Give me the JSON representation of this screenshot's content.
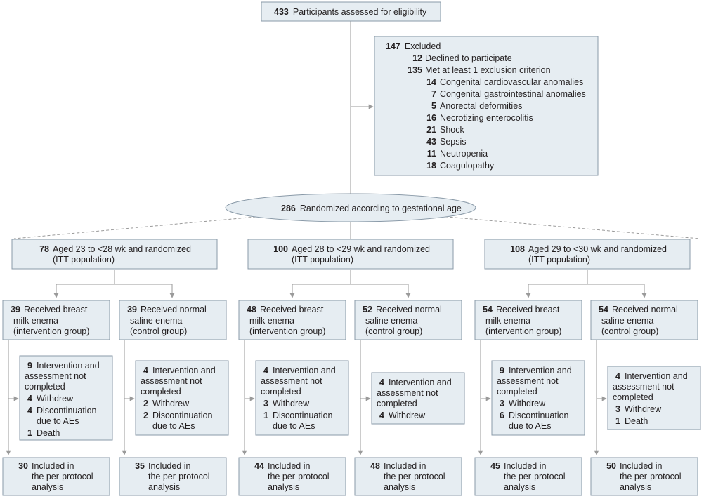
{
  "assessed": {
    "num": "433",
    "text": "Participants assessed for eligibility"
  },
  "excluded": {
    "head": {
      "num": "147",
      "text": "Excluded"
    },
    "declined": {
      "num": "12",
      "text": "Declined to participate"
    },
    "met": {
      "num": "135",
      "text": "Met at least 1 exclusion criterion"
    },
    "criteria": [
      {
        "num": "14",
        "text": "Congenital cardiovascular anomalies"
      },
      {
        "num": "7",
        "text": "Congenital gastrointestinal anomalies"
      },
      {
        "num": "5",
        "text": "Anorectal deformities"
      },
      {
        "num": "16",
        "text": "Necrotizing enterocolitis"
      },
      {
        "num": "21",
        "text": "Shock"
      },
      {
        "num": "43",
        "text": "Sepsis"
      },
      {
        "num": "11",
        "text": "Neutropenia"
      },
      {
        "num": "18",
        "text": "Coagulopathy"
      }
    ]
  },
  "randomized": {
    "num": "286",
    "text": "Randomized according to gestational age"
  },
  "strata": [
    {
      "num": "78",
      "line1": "Aged 23 to <28 wk and randomized",
      "line2": "(ITT population)"
    },
    {
      "num": "100",
      "line1": "Aged 28 to <29 wk and randomized",
      "line2": "(ITT population)"
    },
    {
      "num": "108",
      "line1": "Aged 29 to <30 wk and randomized",
      "line2": "(ITT population)"
    }
  ],
  "arms": [
    {
      "num": "39",
      "l1": "Received breast",
      "l2": "milk enema",
      "l3": "(intervention group)"
    },
    {
      "num": "39",
      "l1": "Received normal",
      "l2": "saline enema",
      "l3": "(control group)"
    },
    {
      "num": "48",
      "l1": "Received breast",
      "l2": "milk enema",
      "l3": "(intervention group)"
    },
    {
      "num": "52",
      "l1": "Received normal",
      "l2": "saline enema",
      "l3": "(control group)"
    },
    {
      "num": "54",
      "l1": "Received breast",
      "l2": "milk enema",
      "l3": "(intervention group)"
    },
    {
      "num": "54",
      "l1": "Received normal",
      "l2": "saline enema",
      "l3": "(control group)"
    }
  ],
  "dropouts": [
    {
      "num": "9",
      "lines": [
        "Intervention and",
        "assessment not",
        "completed"
      ],
      "items": [
        {
          "num": "4",
          "lines": [
            "Withdrew"
          ]
        },
        {
          "num": "4",
          "lines": [
            "Discontinuation",
            "due to AEs"
          ]
        },
        {
          "num": "1",
          "lines": [
            "Death"
          ]
        }
      ]
    },
    {
      "num": "4",
      "lines": [
        "Intervention and",
        "assessment not",
        "completed"
      ],
      "items": [
        {
          "num": "2",
          "lines": [
            "Withdrew"
          ]
        },
        {
          "num": "2",
          "lines": [
            "Discontinuation",
            "due to AEs"
          ]
        }
      ]
    },
    {
      "num": "4",
      "lines": [
        "Intervention and",
        "assessment not",
        "completed"
      ],
      "items": [
        {
          "num": "3",
          "lines": [
            "Withdrew"
          ]
        },
        {
          "num": "1",
          "lines": [
            "Discontinuation",
            "due to AEs"
          ]
        }
      ]
    },
    {
      "num": "4",
      "lines": [
        "Intervention and",
        "assessment not",
        "completed"
      ],
      "items": [
        {
          "num": "4",
          "lines": [
            "Withdrew"
          ]
        }
      ]
    },
    {
      "num": "9",
      "lines": [
        "Intervention and",
        "assessment not",
        "completed"
      ],
      "items": [
        {
          "num": "3",
          "lines": [
            "Withdrew"
          ]
        },
        {
          "num": "6",
          "lines": [
            "Discontinuation",
            "due to AEs"
          ]
        }
      ]
    },
    {
      "num": "4",
      "lines": [
        "Intervention and",
        "assessment not",
        "completed"
      ],
      "items": [
        {
          "num": "3",
          "lines": [
            "Withdrew"
          ]
        },
        {
          "num": "1",
          "lines": [
            "Death"
          ]
        }
      ]
    }
  ],
  "analysis": [
    {
      "num": "30",
      "l1": "Included in",
      "l2": "the per-protocol",
      "l3": "analysis"
    },
    {
      "num": "35",
      "l1": "Included in",
      "l2": "the per-protocol",
      "l3": "analysis"
    },
    {
      "num": "44",
      "l1": "Included in",
      "l2": "the per-protocol",
      "l3": "analysis"
    },
    {
      "num": "48",
      "l1": "Included in",
      "l2": "the per-protocol",
      "l3": "analysis"
    },
    {
      "num": "45",
      "l1": "Included in",
      "l2": "the per-protocol",
      "l3": "analysis"
    },
    {
      "num": "50",
      "l1": "Included in",
      "l2": "the per-protocol",
      "l3": "analysis"
    }
  ],
  "colors": {
    "box_fill": "#e6edf2",
    "box_stroke": "#8a9aa8",
    "line": "#9a9a9a",
    "text": "#231f20"
  }
}
